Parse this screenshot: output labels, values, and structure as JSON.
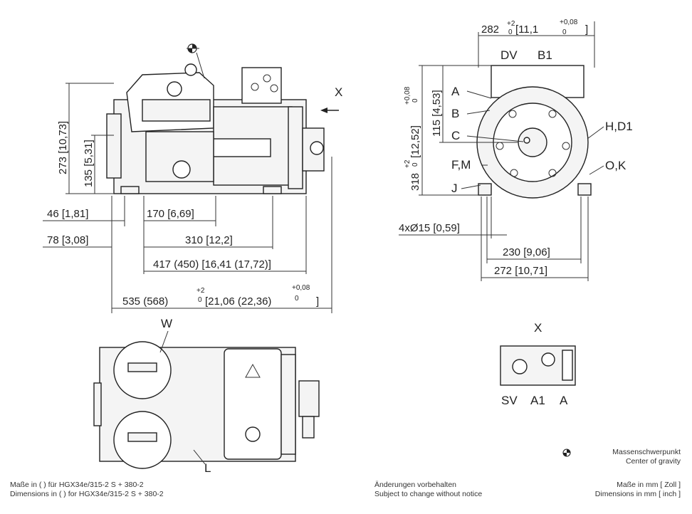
{
  "view_side": {
    "arrow_label": "X",
    "dims": {
      "h273": "273",
      "h273_in": "10,73",
      "h135": "135",
      "h135_in": "5,31",
      "w46": "46",
      "w46_in": "1,81",
      "w170": "170",
      "w170_in": "6,69",
      "w78": "78",
      "w78_in": "3,08",
      "w310": "310",
      "w310_in": "12,2",
      "w417": "417 (450)",
      "w417_in": "16,41 (17,72)",
      "w535": "535 (568)",
      "w535_tol": "+2",
      "w535_tol2": "0",
      "w535_in": "21,06 (22,36)",
      "w535_in_tol": "+0,08",
      "w535_in_tol2": "0"
    }
  },
  "view_front": {
    "dims": {
      "w282": "282",
      "w282_tol": "+2",
      "w282_tol2": "0",
      "w282_in": "11,1",
      "w282_in_tol": "+0,08",
      "w282_in_tol2": "0",
      "h115": "115",
      "h115_in": "4,53",
      "h318": "318",
      "h318_tol": "+2",
      "h318_tol2": "0",
      "h318_in": "12,52",
      "h318_in_tol": "+0,08",
      "h318_in_tol2": "0",
      "holes": "4xØ15",
      "holes_in": "0,59",
      "w230": "230",
      "w230_in": "9,06",
      "w272": "272",
      "w272_in": "10,71"
    },
    "labels": {
      "DV": "DV",
      "B1": "B1",
      "A": "A",
      "B": "B",
      "C": "C",
      "FM": "F,M",
      "J": "J",
      "HD1": "H,D1",
      "OK": "O,K"
    }
  },
  "view_top": {
    "label_W": "W",
    "label_L": "L"
  },
  "view_x": {
    "title": "X",
    "labels": [
      "SV",
      "A1",
      "A"
    ]
  },
  "legend": {
    "cog_de": "Massenschwerpunkt",
    "cog_en": "Center of gravity"
  },
  "footer": {
    "left_1": "Maße in ( ) für HGX34e/315-2 S + 380-2",
    "left_2": "Dimensions in ( ) for HGX34e/315-2 S + 380-2",
    "mid_1": "Änderungen vorbehalten",
    "mid_2": "Subject to change without notice",
    "right_1": "Maße in mm [ Zoll ]",
    "right_2": "Dimensions in mm [ inch ]"
  }
}
